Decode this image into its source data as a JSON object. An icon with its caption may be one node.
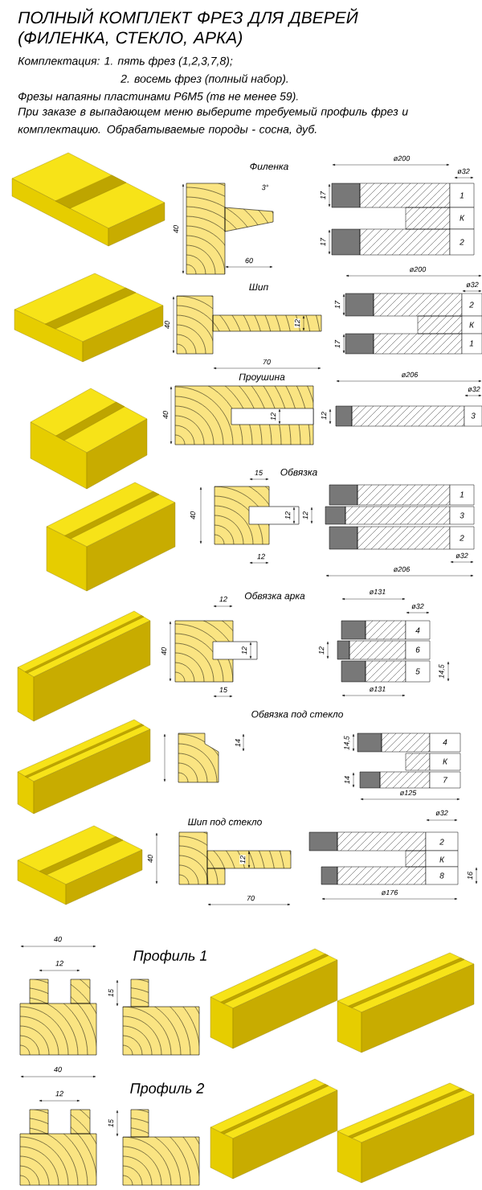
{
  "diagram": {
    "title": "ПОЛНЫЙ КОМПЛЕКТ ФРЕЗ ДЛЯ ДВЕРЕЙ (ФИЛЕНКА, СТЕКЛО, АРКА)",
    "labels": [
      "Комплектация: 1. пять фрез (1,2,3,7,8);",
      "2. восемь фрез (полный набор).",
      "Фрезы напаяны пластинами Р6М5 (тв не менее 59).",
      "При заказе в выпадающем меню выберите требуемый профиль фрез и комплектацию. Обрабатываемые породы - сосна, дуб.",
      "Филенка",
      "ø200",
      "3°",
      "ø32",
      "17",
      "1",
      "40",
      "К",
      "17",
      "2",
      "60",
      "ø200",
      "Шип",
      "ø32",
      "17",
      "2",
      "40",
      "12",
      "К",
      "17",
      "1",
      "70",
      "ø206",
      "Проушина",
      "ø32",
      "40",
      "12",
      "12",
      "3",
      "15",
      "Обвязка",
      "1",
      "40",
      "12",
      "12",
      "3",
      "2",
      "12",
      "ø32",
      "ø206",
      "ø131",
      "Обвязка арка",
      "12",
      "ø32",
      "4",
      "40",
      "12",
      "12",
      "6",
      "5",
      "14,5",
      "15",
      "ø131",
      "Обвязка под стекло",
      "14",
      "4",
      "14,5",
      "К",
      "14",
      "7",
      "ø125",
      "ø32",
      "Шип под стекло",
      "2",
      "40",
      "12",
      "К",
      "8",
      "16",
      "ø176",
      "70",
      "40",
      "Профиль 1",
      "12",
      "15",
      "40",
      "Профиль 2",
      "12",
      "15"
    ]
  }
}
